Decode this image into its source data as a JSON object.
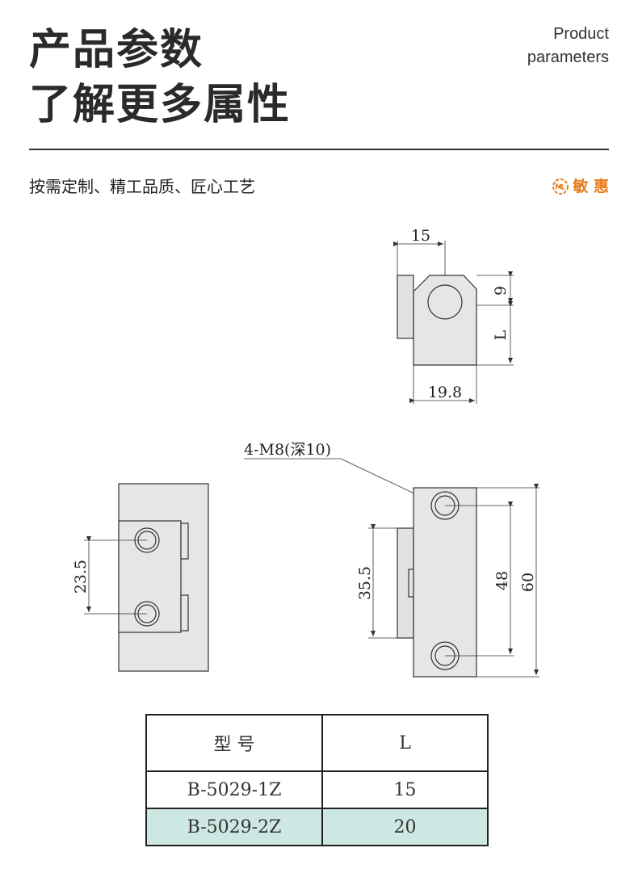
{
  "header": {
    "title_line1": "产品参数",
    "title_line2": "了解更多属性",
    "subtitle_en_line1": "Product",
    "subtitle_en_line2": "parameters"
  },
  "slogan": "按需定制、精工品质、匠心工艺",
  "brand": {
    "name": "敏 惠",
    "color": "#e97b1c",
    "logo_icon": "brand-logo-icon"
  },
  "drawing": {
    "top_view": {
      "dim_width": "15",
      "dim_top": "9",
      "dim_length": "L",
      "dim_bottom_width": "19.8"
    },
    "hole_callout": "4-M8(深10)",
    "front_view": {
      "dim_hole_spacing": "23.5"
    },
    "side_view": {
      "dim_height": "35.5",
      "dim_hole_spacing": "48",
      "dim_total": "60"
    },
    "fill_color": "#e6e6e6",
    "line_color": "#333333"
  },
  "spec_table": {
    "headers": [
      "型 号",
      "L"
    ],
    "rows": [
      {
        "model": "B-5029-1Z",
        "L": "15"
      },
      {
        "model": "B-5029-2Z",
        "L": "20"
      }
    ],
    "highlight_color": "#cde8e2"
  }
}
